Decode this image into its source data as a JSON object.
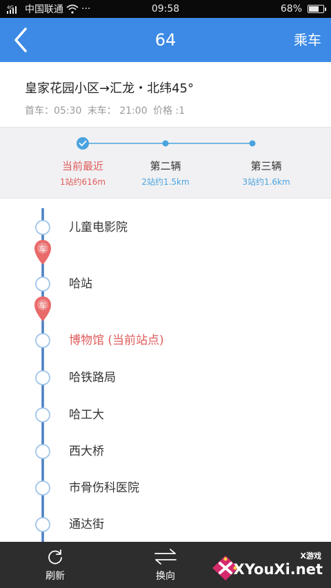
{
  "status_bar": {
    "signal_label": "4G",
    "carrier": "中国联通",
    "more": "···",
    "time": "09:58",
    "battery_text": "68%",
    "battery_level": 0.68
  },
  "header": {
    "back_icon": "chevron-left-icon",
    "title": "64",
    "ride_label": "乘车"
  },
  "route": {
    "name": "皇家花园小区→汇龙・北纬45°",
    "first_bus": "首车：05:30",
    "last_bus": "末车：  21:00",
    "price": "价格 :1"
  },
  "buses": [
    {
      "label": "当前最近",
      "sub": "1站约616m",
      "active": true
    },
    {
      "label": "第二辆",
      "sub": "2站约1.5km",
      "active": false
    },
    {
      "label": "第三辆",
      "sub": "3站约1.6km",
      "active": false
    }
  ],
  "stations": [
    {
      "name": "儿童电影院",
      "current": false
    },
    {
      "name": "哈站",
      "current": false
    },
    {
      "name": "博物馆 (当前站点)",
      "current": true
    },
    {
      "name": "哈铁路局",
      "current": false
    },
    {
      "name": "哈工大",
      "current": false
    },
    {
      "name": "西大桥",
      "current": false
    },
    {
      "name": "市骨伤科医院",
      "current": false
    },
    {
      "name": "通达街",
      "current": false
    }
  ],
  "bus_marker_label": "车",
  "bottom_bar": {
    "refresh_label": "刷新",
    "swap_label": "换向"
  },
  "watermark": {
    "small": "X游戏",
    "big": "XYouXi.net"
  },
  "colors": {
    "header": "#3c8ae6",
    "accent_red": "#e05b5b",
    "line_blue": "#4a7fc4",
    "sub_blue": "#4aa3df",
    "bottom": "#2d2d2d"
  }
}
